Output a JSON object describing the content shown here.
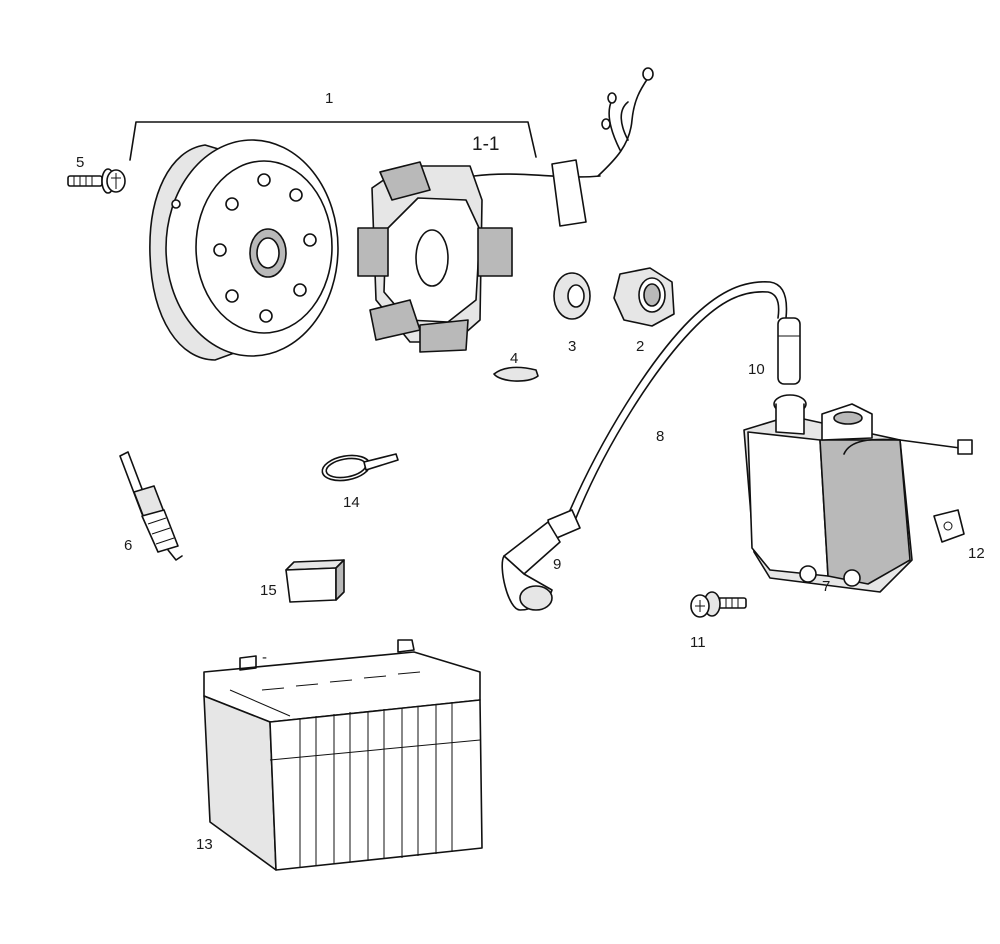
{
  "callouts": {
    "c1": "1",
    "c1_1": "1-1",
    "c2": "2",
    "c3": "3",
    "c4": "4",
    "c5": "5",
    "c6": "6",
    "c7": "7",
    "c8": "8",
    "c9": "9",
    "c10": "10",
    "c11": "11",
    "c12": "12",
    "c13": "13",
    "c14": "14",
    "c15": "15"
  },
  "colors": {
    "line": "#111111",
    "background": "#ffffff",
    "shade": "#b9b9b9"
  }
}
